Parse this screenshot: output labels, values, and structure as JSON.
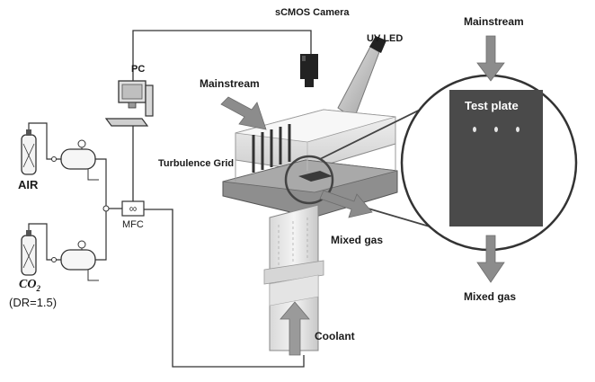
{
  "labels": {
    "camera": "sCMOS Camera",
    "uv_led": "UV LED",
    "pc": "PC",
    "mainstream_left": "Mainstream",
    "turbulence_grid": "Turbulence Grid",
    "air": "AIR",
    "co2": "CO",
    "co2_sub": "2",
    "dr": "(DR=1.5)",
    "mfc": "MFC",
    "mixed_gas_left": "Mixed gas",
    "coolant": "Coolant",
    "mainstream_right": "Mainstream",
    "test_plate": "Test plate",
    "mixed_gas_right": "Mixed gas"
  },
  "colors": {
    "test_plate": "#4a4a4a",
    "arrow": "#8c8c8c",
    "line": "#333333",
    "tunnel": "#bdbdbd"
  }
}
